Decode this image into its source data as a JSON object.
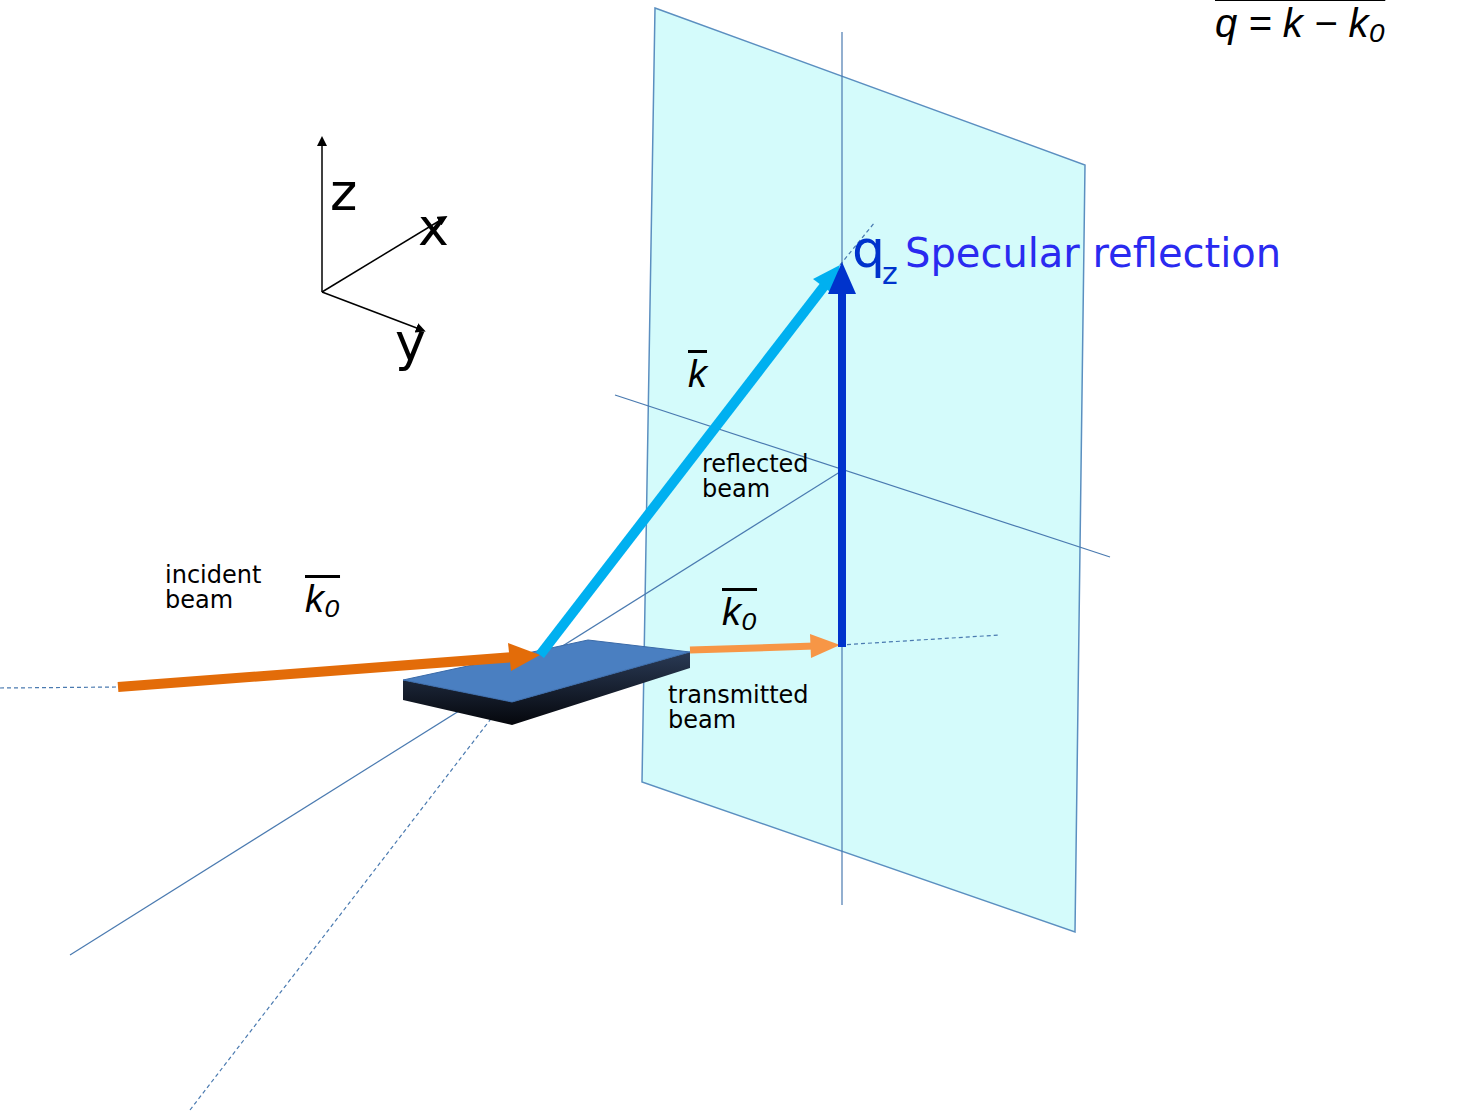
{
  "diagram": {
    "labels": [
      "z",
      "x",
      "y",
      "q = k − k₀",
      "q",
      "z",
      "Specular reflection",
      "k",
      "reflected beam",
      "incident beam",
      "k₀",
      "k₀",
      "transmitted beam"
    ]
  }
}
